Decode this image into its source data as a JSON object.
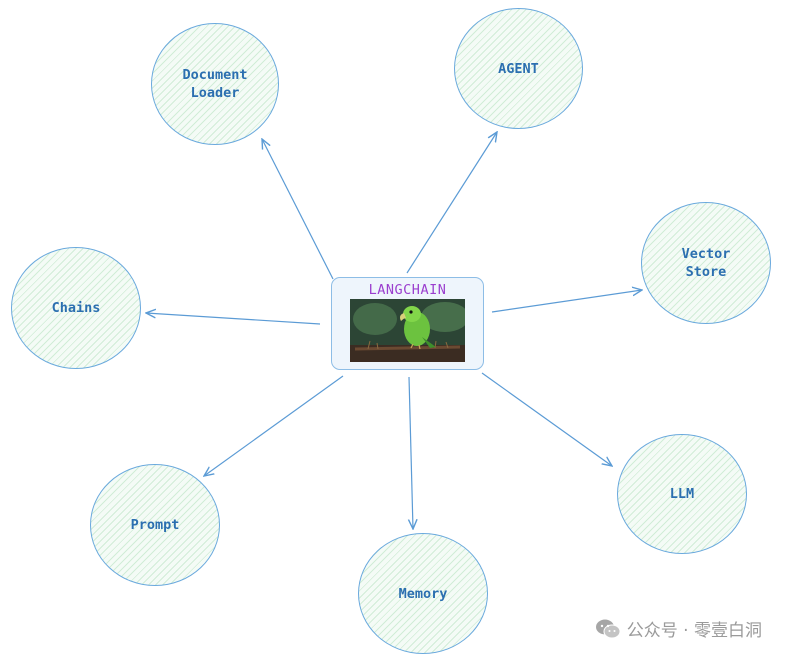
{
  "colors": {
    "edge": "#5b9bd5",
    "node_border": "#6aa9dd",
    "label": "#2b6fb0",
    "center_title": "#9b3fcf",
    "watermark": "#9a9a9a"
  },
  "center": {
    "title": "LANGCHAIN",
    "image_icon": "parrot-icon"
  },
  "nodes": [
    {
      "id": "document-loader",
      "label": "Document\nLoader"
    },
    {
      "id": "agent",
      "label": "AGENT"
    },
    {
      "id": "vector-store",
      "label": "Vector\n Store"
    },
    {
      "id": "chains",
      "label": "Chains"
    },
    {
      "id": "llm",
      "label": "LLM"
    },
    {
      "id": "prompt",
      "label": "Prompt"
    },
    {
      "id": "memory",
      "label": "Memory"
    }
  ],
  "watermark": {
    "icon": "wechat-icon",
    "text": "公众号 · 零壹白洞"
  }
}
